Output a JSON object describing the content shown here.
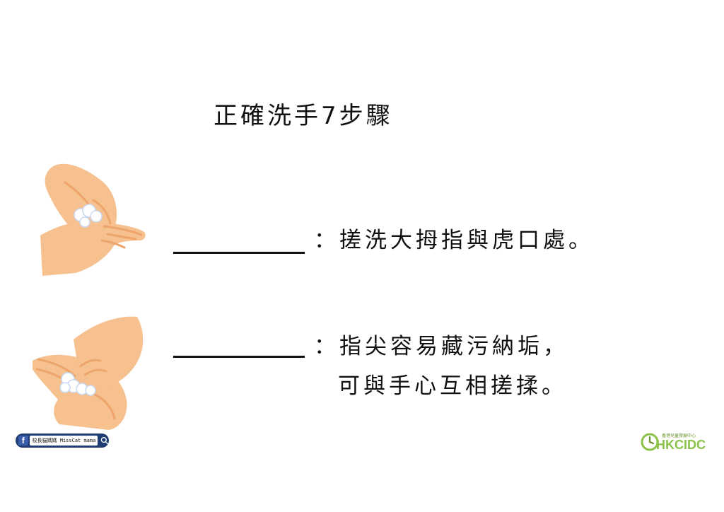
{
  "title": "正確洗手7步驟",
  "steps": [
    {
      "description": "：搓洗大拇指與虎口處。"
    },
    {
      "description_line1": "：指尖容易藏污納垢，",
      "description_line2": "可與手心互相搓揉。"
    }
  ],
  "footer": {
    "facebook_page": "校長貓媽媽 MissCat mama",
    "logo_text": "HKCIDC",
    "logo_subtitle": "香港兒童發展中心"
  },
  "colors": {
    "skin": "#f6c08f",
    "skin_shadow": "#eea56b",
    "foam": "#ffffff",
    "foam_outline": "#c8d8f0",
    "facebook_blue": "#1f3c73",
    "logo_green": "#8bc34a"
  }
}
